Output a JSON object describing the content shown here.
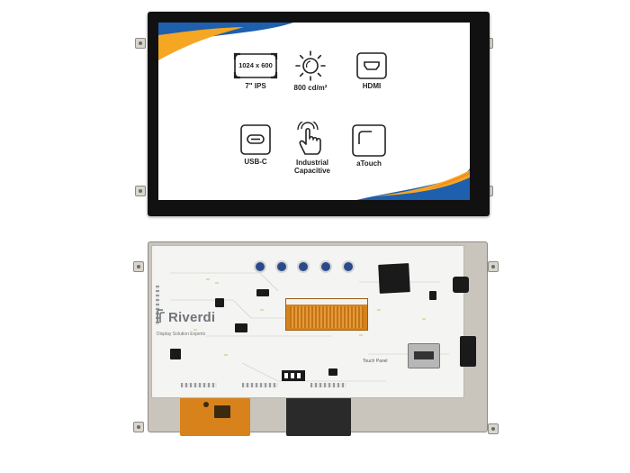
{
  "screen_features": [
    {
      "id": "resolution",
      "icon": "resolution-icon",
      "icon_text": "1024 x 600",
      "label": "7\" IPS"
    },
    {
      "id": "brightness",
      "icon": "sun-icon",
      "label": "800 cd/m²"
    },
    {
      "id": "hdmi",
      "icon": "hdmi-port-icon",
      "label": "HDMI"
    },
    {
      "id": "usbc",
      "icon": "usb-c-port-icon",
      "label": "USB-C"
    },
    {
      "id": "touch",
      "icon": "touch-hand-icon",
      "label": "Industrial\nCapacitive"
    },
    {
      "id": "atouch",
      "icon": "atouch-icon",
      "label": "aTouch"
    }
  ],
  "pcb": {
    "brand": "Riverdi",
    "tagline": "Display Solution Experts",
    "touch_label": "Touch Panel"
  },
  "colors": {
    "wave_blue": "#1e5fae",
    "wave_orange": "#f5a623",
    "pcb_white": "#f4f4f2",
    "button_blue": "#2b4a8a",
    "flex_cable": "#d8821c"
  }
}
